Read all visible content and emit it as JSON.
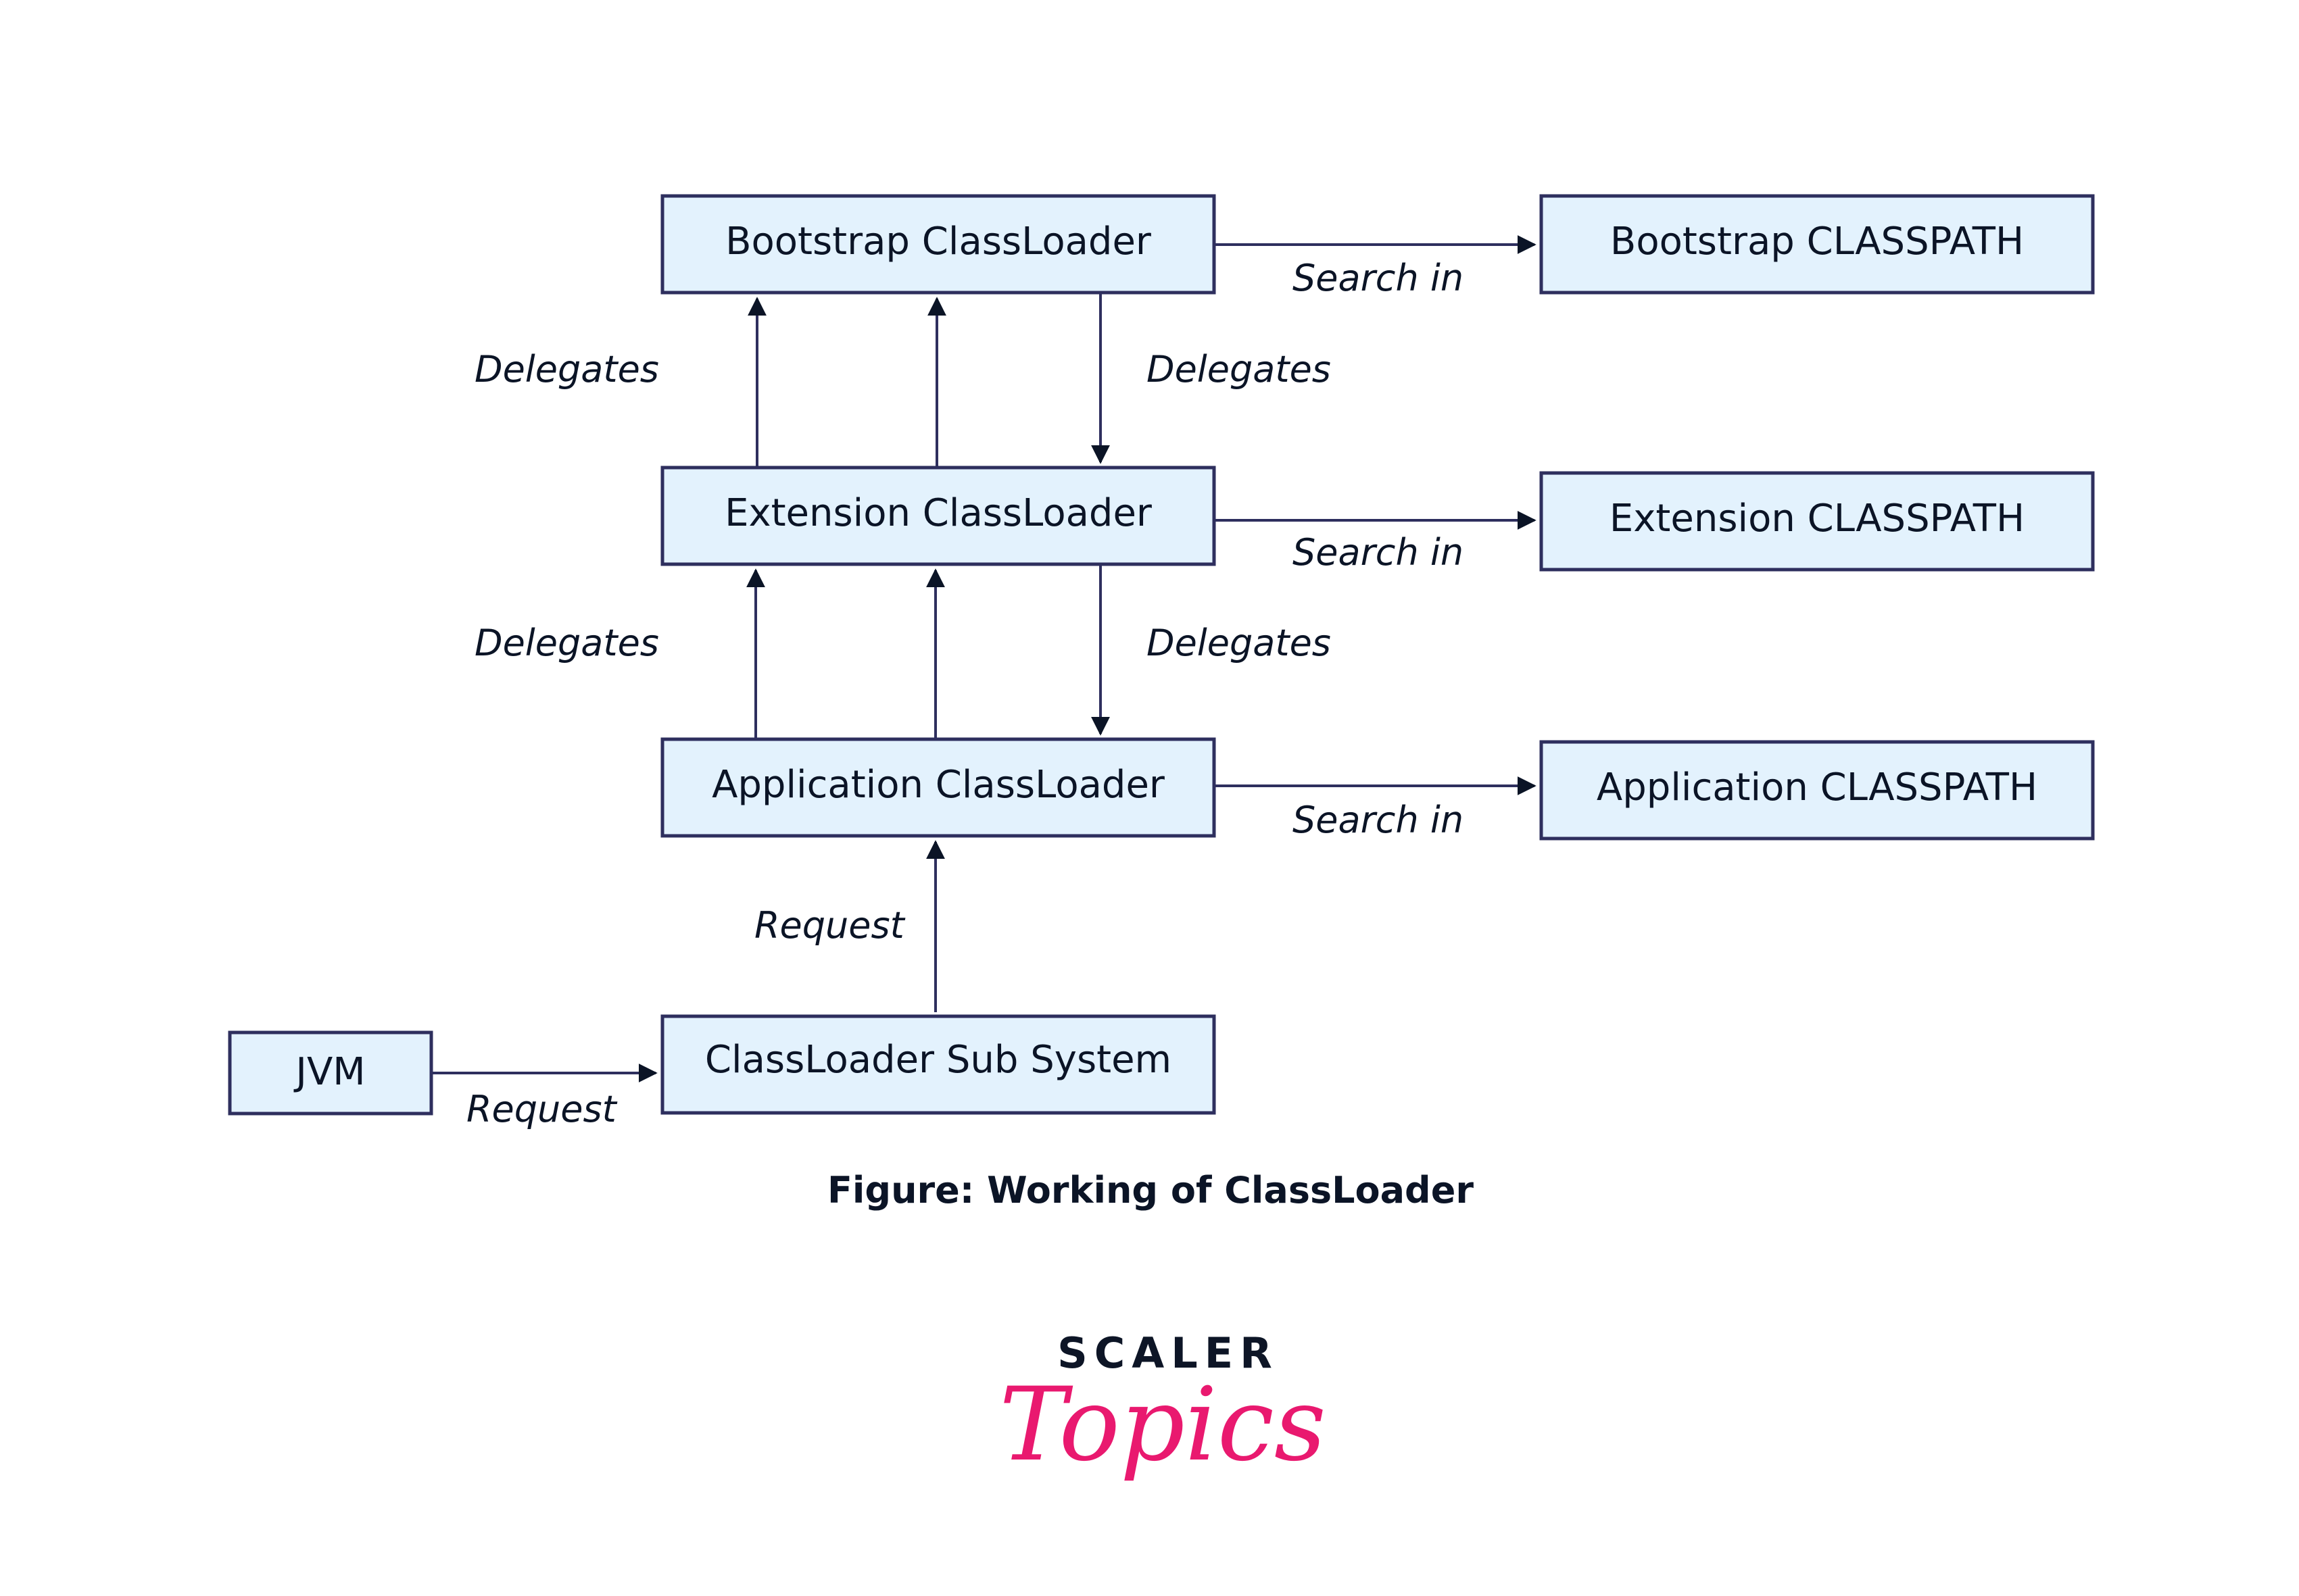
{
  "nodes": {
    "bootstrap_loader": "Bootstrap ClassLoader",
    "extension_loader": "Extension ClassLoader",
    "application_loader": "Application ClassLoader",
    "subsystem": "ClassLoader Sub System",
    "jvm": "JVM",
    "bootstrap_classpath": "Bootstrap CLASSPATH",
    "extension_classpath": "Extension CLASSPATH",
    "application_classpath": "Application CLASSPATH"
  },
  "edges": {
    "search_in": "Search in",
    "delegates": "Delegates",
    "request": "Request"
  },
  "caption": "Figure: Working of ClassLoader",
  "logo": {
    "top": "SCALER",
    "bottom": "Topics"
  },
  "colors": {
    "box_fill": "#e3f2fd",
    "box_stroke": "#2e2f5e",
    "text": "#0b1426",
    "brand_pink": "#e9196f"
  }
}
